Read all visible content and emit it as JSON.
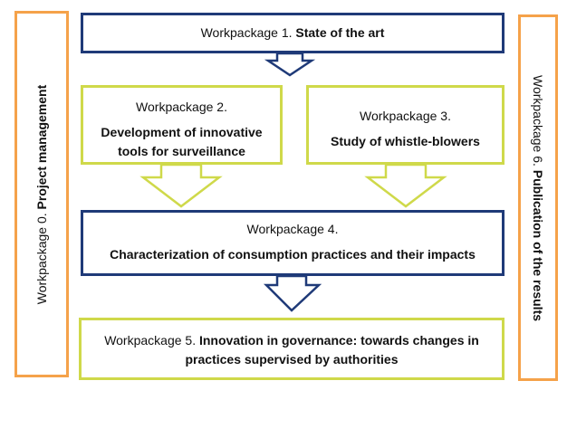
{
  "left_panel": {
    "prefix": "Workpackage 0. ",
    "bold": "Project management"
  },
  "right_panel": {
    "prefix": "Workpackage 6. ",
    "bold": "Publication of the results"
  },
  "wp1": {
    "prefix": "Workpackage 1. ",
    "bold": "State of the art"
  },
  "wp2": {
    "heading": "Workpackage 2.",
    "bold": "Development of innovative tools for surveillance"
  },
  "wp3": {
    "heading": "Workpackage 3.",
    "bold": "Study of whistle-blowers"
  },
  "wp4": {
    "heading": "Workpackage 4.",
    "bold": "Characterization of consumption practices and their impacts"
  },
  "wp5": {
    "prefix": "Workpackage 5. ",
    "bold": "Innovation in governance: towards changes in practices supervised by authorities"
  },
  "colors": {
    "navy": "#1f3a78",
    "lime": "#cfd94a",
    "orange": "#f5a24a"
  }
}
